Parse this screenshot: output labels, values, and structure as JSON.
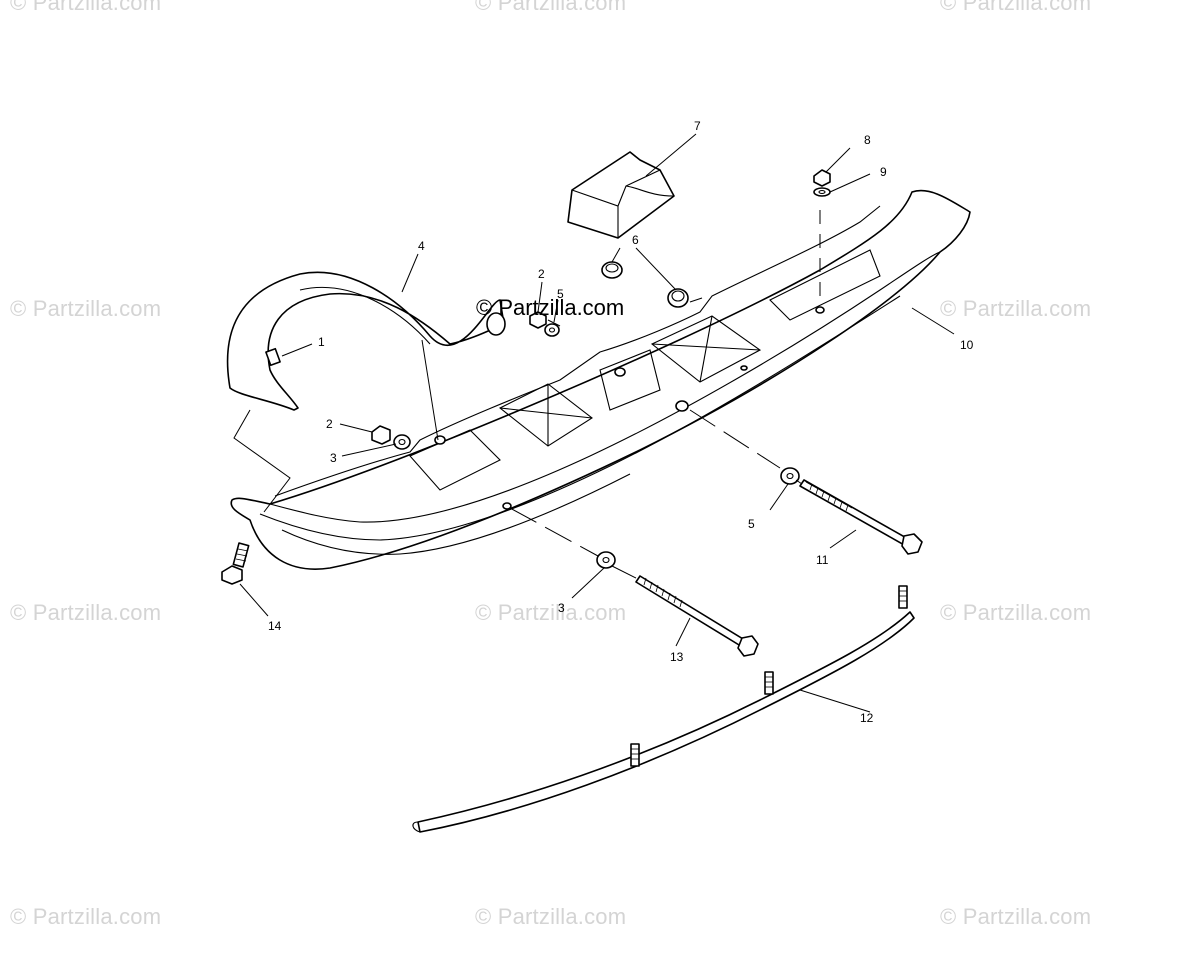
{
  "watermark": {
    "text": "© Partzilla.com",
    "center_text": "© Partzilla.com"
  },
  "callouts": {
    "c1": "1",
    "c2a": "2",
    "c2b": "2",
    "c3a": "3",
    "c3b": "3",
    "c4": "4",
    "c5a": "5",
    "c5b": "5",
    "c6": "6",
    "c7": "7",
    "c8": "8",
    "c9": "9",
    "c10": "10",
    "c11": "11",
    "c12": "12",
    "c13": "13",
    "c14": "14"
  }
}
